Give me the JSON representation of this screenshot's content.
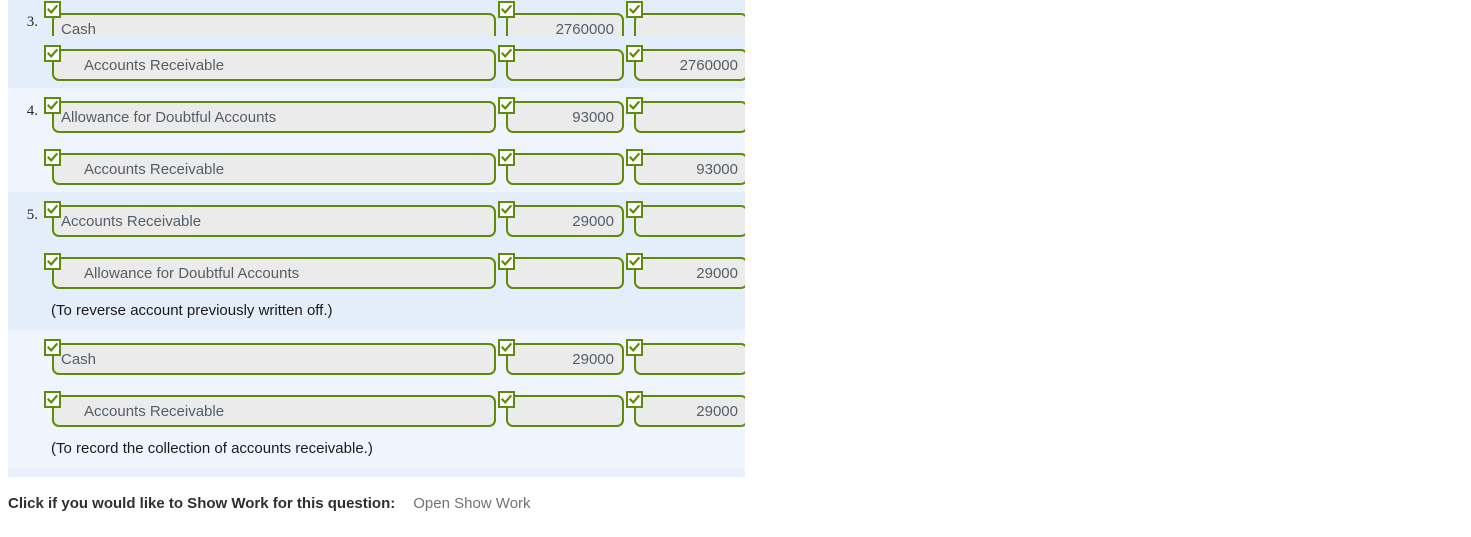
{
  "panel": {
    "name": "journal-entry-table",
    "check_icon": "check-icon"
  },
  "rows": [
    {
      "num": "3.",
      "band": "band-a",
      "account": "Cash",
      "indent": false,
      "debit": "2760000",
      "credit": "",
      "clipped_top": true
    },
    {
      "num": "",
      "band": "band-a",
      "account": "Accounts Receivable",
      "indent": true,
      "debit": "",
      "credit": "2760000"
    },
    {
      "num": "4.",
      "band": "band-b",
      "account": "Allowance for Doubtful Accounts",
      "indent": false,
      "debit": "93000",
      "credit": ""
    },
    {
      "num": "",
      "band": "band-b",
      "account": "Accounts Receivable",
      "indent": true,
      "debit": "",
      "credit": "93000"
    },
    {
      "num": "5.",
      "band": "band-a",
      "account": "Accounts Receivable",
      "indent": false,
      "debit": "29000",
      "credit": ""
    },
    {
      "num": "",
      "band": "band-a",
      "account": "Allowance for Doubtful Accounts",
      "indent": true,
      "debit": "",
      "credit": "29000"
    }
  ],
  "explanation_1": {
    "band": "band-a",
    "text": "(To reverse account previously written off.)"
  },
  "rows2": [
    {
      "num": "",
      "band": "band-b",
      "account": "Cash",
      "indent": false,
      "debit": "29000",
      "credit": ""
    },
    {
      "num": "",
      "band": "band-b",
      "account": "Accounts Receivable",
      "indent": true,
      "debit": "",
      "credit": "29000"
    }
  ],
  "explanation_2": {
    "band": "band-b",
    "text": "(To record the collection of accounts receivable.)"
  },
  "show_work": {
    "label": "Click if you would like to Show Work for this question:",
    "link": "Open Show Work"
  },
  "colors": {
    "field_border": "#5f8a0b",
    "field_fill": "#ebebeb",
    "panel_bg": "#eaf1fb",
    "band_a": "#e4edfa",
    "band_b": "#eff4fd",
    "value_text": "#555e66"
  }
}
